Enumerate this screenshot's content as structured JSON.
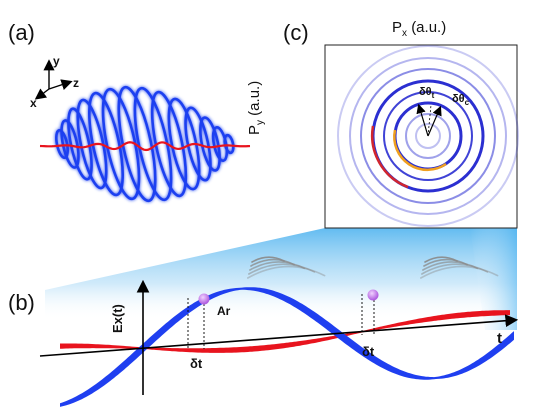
{
  "panels": {
    "a": "(a)",
    "b": "(b)",
    "c": "(c)"
  },
  "panel_a": {
    "axis_y": "y",
    "axis_z": "z",
    "axis_x": "x"
  },
  "panel_b": {
    "y_axis": "Ex(t)",
    "x_axis": "t",
    "atom": "Ar",
    "delay_1": "δt",
    "delay_2": "δt"
  },
  "panel_c": {
    "px_label": "P",
    "px_sub": "x",
    "px_unit": "(a.u.)",
    "py_label": "P",
    "py_sub": "y",
    "py_unit": "(a.u.)",
    "angle_t": "δθ",
    "angle_t_sub": "t",
    "angle_c": "δθ",
    "angle_c_sub": "c"
  },
  "colors": {
    "pulse_blue": "#1f3ff0",
    "field_red": "#e8141e",
    "atom_purple": "#c173e8",
    "beam_blue": "#5ab8f0",
    "ring_blue": "#2b2fd1",
    "ring_orange": "#f0a020"
  }
}
